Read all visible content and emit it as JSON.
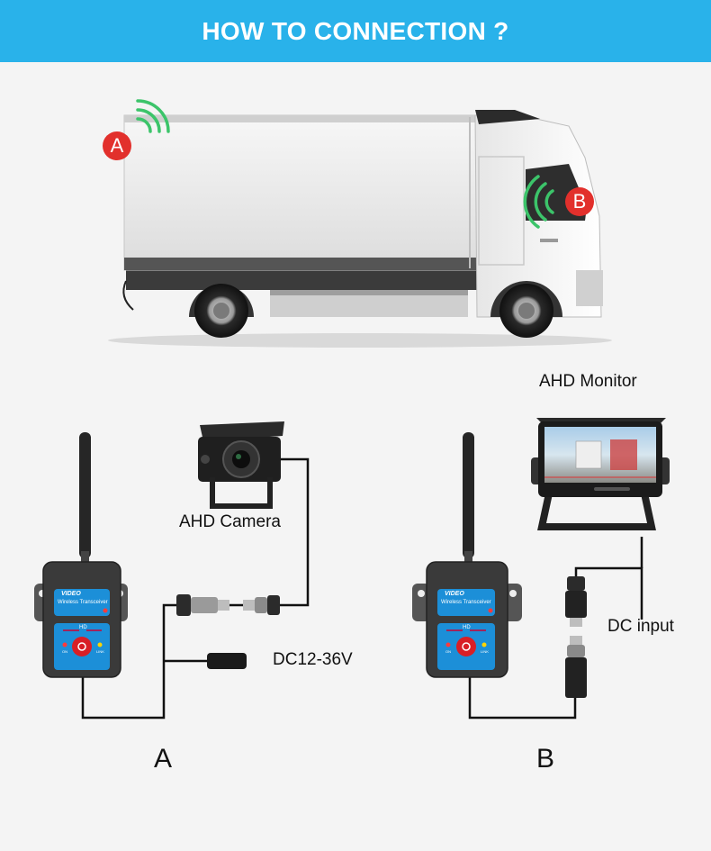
{
  "header": {
    "title": "HOW TO CONNECTION ?"
  },
  "truck": {
    "marker_a": "A",
    "marker_b": "B"
  },
  "diagram_a": {
    "camera_label": "AHD Camera",
    "power_label": "DC12-36V",
    "caption": "A",
    "device_title": "VIDEO",
    "device_subtitle": "Wireless Transceiver",
    "device_hd": "HD",
    "device_on": "ON",
    "device_link": "LINK"
  },
  "diagram_b": {
    "monitor_label": "AHD Monitor",
    "power_label": "DC input",
    "caption": "B",
    "device_title": "VIDEO",
    "device_subtitle": "Wireless Transceiver",
    "device_hd": "HD",
    "device_on": "ON",
    "device_link": "LINK"
  },
  "colors": {
    "header_bg": "#29b2ea",
    "marker": "#e2302c",
    "signal": "#3cc46a",
    "device_panel": "#1c8fd8"
  }
}
